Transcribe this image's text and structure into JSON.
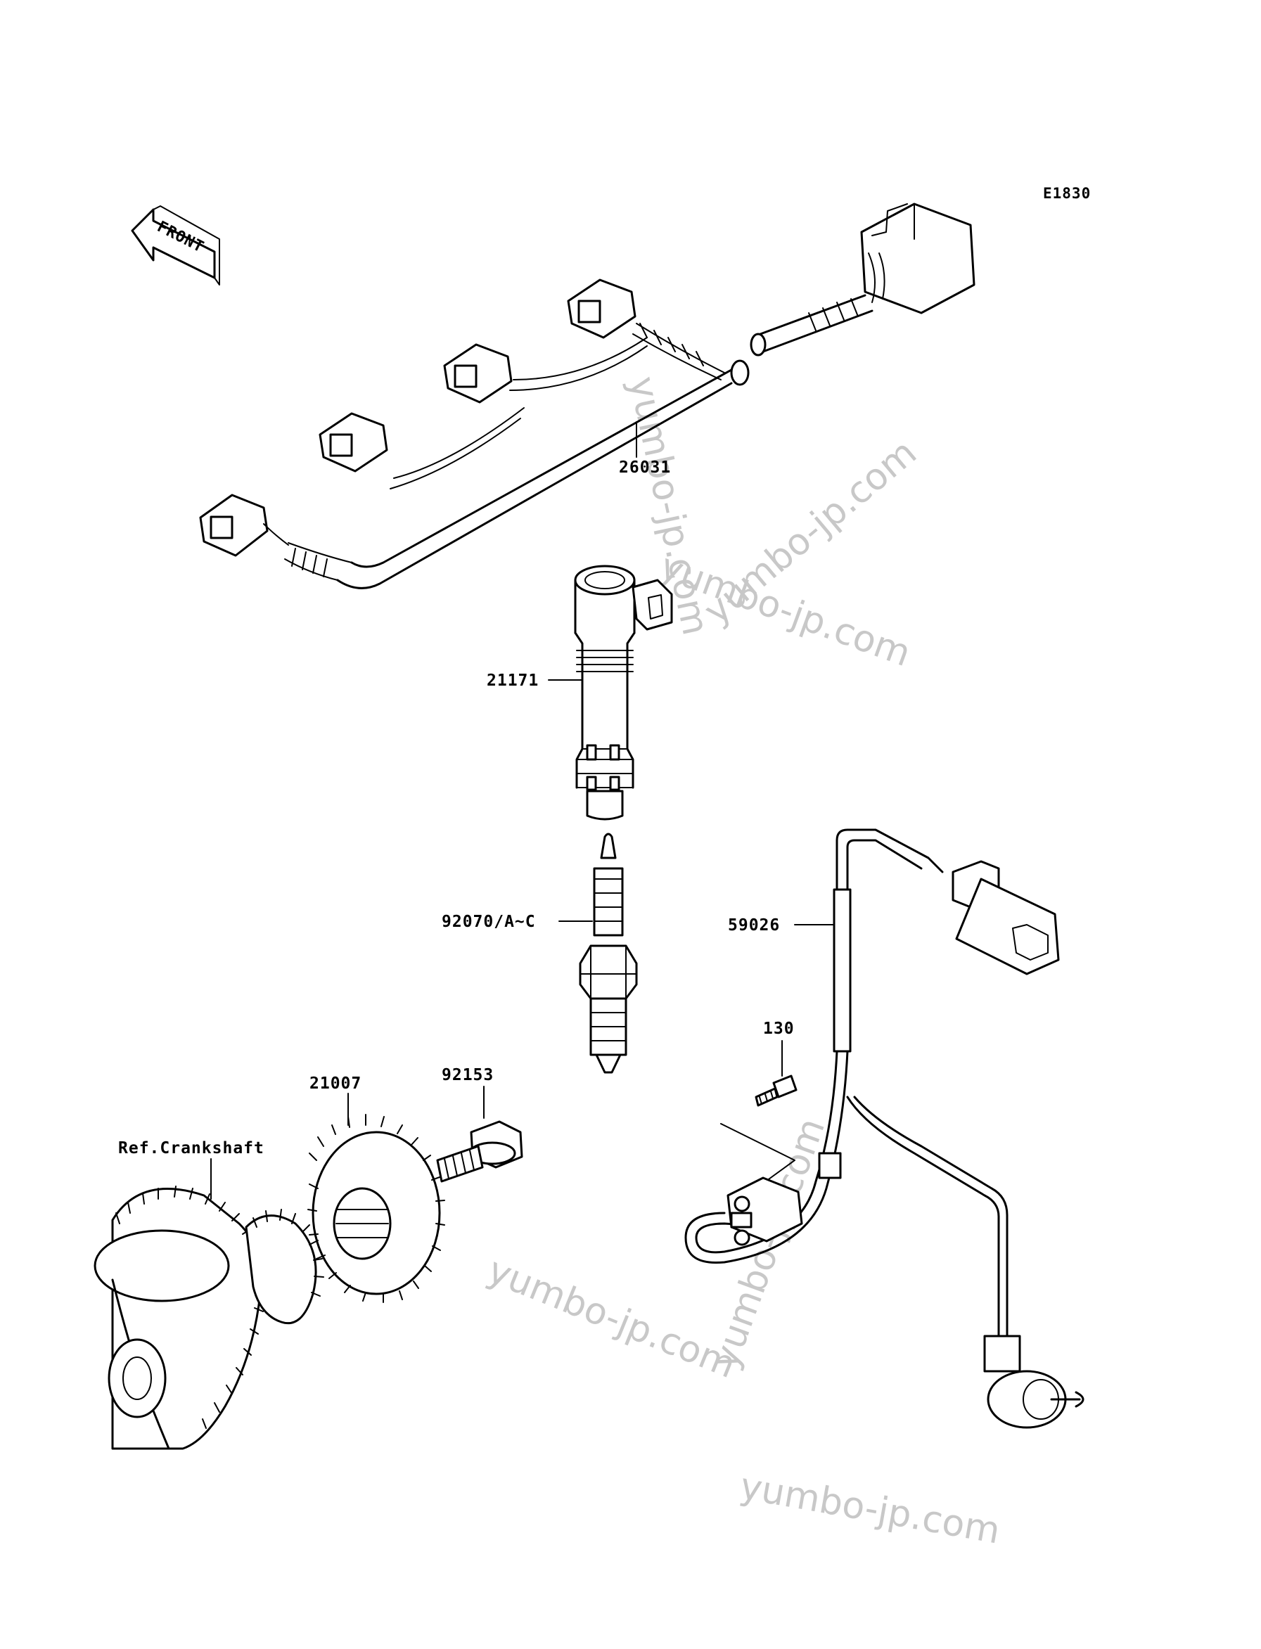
{
  "diagram": {
    "code": "E1830",
    "front_label": "FRONT",
    "reference_label": "Ref.Crankshaft",
    "callouts": [
      {
        "id": "wiring-harness",
        "number": "26031"
      },
      {
        "id": "ignition-coil",
        "number": "21171"
      },
      {
        "id": "spark-plug",
        "number": "92070/A~C"
      },
      {
        "id": "pickup-coil-lead",
        "number": "59026"
      },
      {
        "id": "screw",
        "number": "130"
      },
      {
        "id": "bolt",
        "number": "92153"
      },
      {
        "id": "timing-rotor",
        "number": "21007"
      }
    ]
  },
  "watermark": "yumbo-jp.com"
}
